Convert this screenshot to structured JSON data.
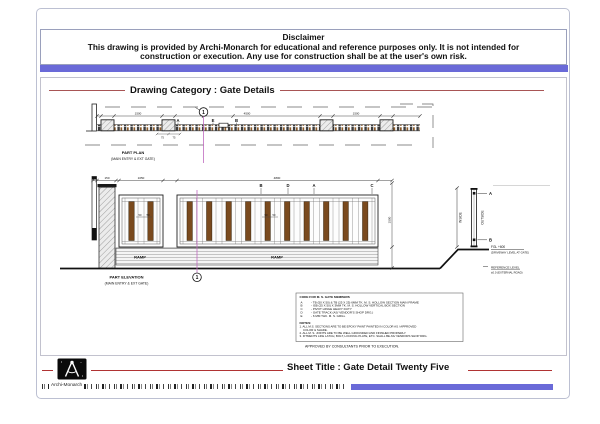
{
  "colors": {
    "accent_blue": "#6a6ad8",
    "category_line_red": "#a85555",
    "title_line_red": "#b03333",
    "slat_brown": "#7a4a1e",
    "grid_line_magenta": "#c06ac0"
  },
  "disclaimer": {
    "title": "Disclaimer",
    "line1": "This drawing is provided by Archi-Monarch for educational and reference purposes only. It is not intended for",
    "line2": "construction or execution. Any use for construction shall be at the user's own risk."
  },
  "category": {
    "label": "Drawing Category : Gate Details"
  },
  "plan": {
    "caption_line1": "PART PLAN",
    "caption_line2": "(MAIN ENTRY & EXT GATE)",
    "grid_marker": "1",
    "marker_a": "A",
    "marker_e": "E",
    "marker_b": "B",
    "dims": [
      "1500",
      "4500",
      "1500"
    ],
    "small_dim": "75"
  },
  "elevation": {
    "caption_line1": "PART ELEVATION",
    "caption_line2": "(MAIN ENTRY & EXT GATE)",
    "grid_marker": "1",
    "ramp_label": "RAMP",
    "marker_b": "B",
    "marker_d": "D",
    "marker_a": "A",
    "marker_c": "C",
    "dims": [
      "150",
      "1050",
      "4800"
    ],
    "height_dim": "1500",
    "small_dim": "50"
  },
  "section": {
    "inside_label": "INSIDE",
    "outside_label": "OUTSIDE",
    "marker_a": "A",
    "marker_b": "B",
    "fgl_line1": "FGL +600",
    "fgl_line2": "(DRIVEWAY LEVEL AT GATE)",
    "ref_line1": "REFERENCE LEVEL",
    "ref_line2": "±0.0 (EXTERNAL ROAD)"
  },
  "notes": {
    "title": "CODE FOR M. S. GATE MEMBERS",
    "codes": [
      {
        "key": "A",
        "text": "- TB (50 X 50) & TB (25 X 25) 6MM TK. M. S. HOLLOW SECTION MAIN FRAME"
      },
      {
        "key": "B",
        "text": "- ISB (25 X 50) X 3MM TK. M. S. HOLLOW VERTICAL BOX SECTION"
      },
      {
        "key": "C",
        "text": "- PIVOT HINGE HEAVY DUTY"
      },
      {
        "key": "D",
        "text": "- GATE TRACK (AS/ VENDOR'S SHOP DRG.)"
      },
      {
        "key": "E",
        "text": "- 6 MM THK. M. S. GRILL"
      }
    ],
    "notes_heading": "NOTES:",
    "items": [
      "1. ALL M.S. SECTIONS ARE TO BE EPOXY PAINT PAINTED IN COLOR AS / APPROVED",
      "COLOR & SHADE.",
      "2. ALL M. S. JOINTS ARE TO BE WELL GROUNDED AND FINISHED PROPERLY.",
      "3. FITMENTS LIKE LATCH, BOLT, LOCKING PLATE, ETC. SHALL BE AS/ VENDORS SHOP DRG."
    ],
    "approval": "APPROVED BY CONSULTANTS PRIOR TO EXECUTION."
  },
  "sheet_title": {
    "label": "Sheet Title : Gate Detail Twenty Five"
  },
  "footer": {
    "brand": "Archi-Monarch"
  }
}
